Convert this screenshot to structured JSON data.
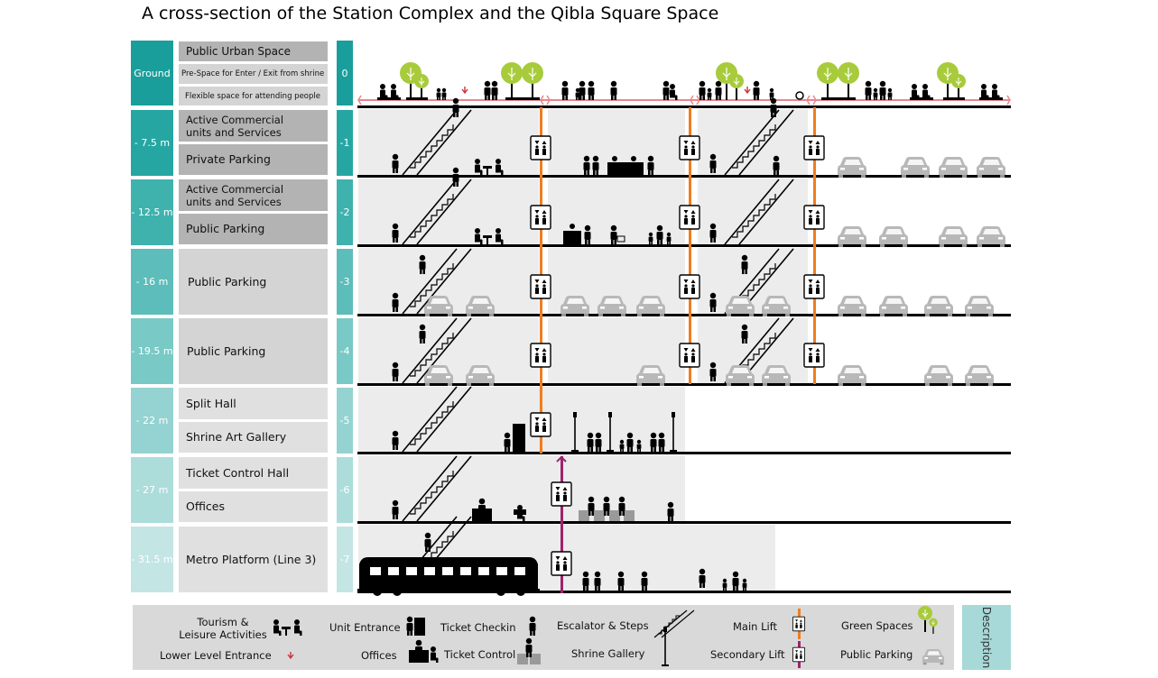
{
  "title": "A cross-section of the Station Complex and the Qibla Square Space",
  "levels": [
    {
      "depth": "Ground",
      "number": "0",
      "color": "#1a9e9b",
      "functions": [
        "Public Urban Space",
        "Pre-Space for Enter / Exit from shrine",
        "Flexible space for attending people"
      ]
    },
    {
      "depth": "- 7.5 m",
      "number": "-1",
      "color": "#26a6a2",
      "functions": [
        "Active Commercial units and Services",
        "Private Parking"
      ]
    },
    {
      "depth": "- 12.5 m",
      "number": "-2",
      "color": "#3fb2ae",
      "functions": [
        "Active Commercial units and Services",
        "Public Parking"
      ]
    },
    {
      "depth": "- 16 m",
      "number": "-3",
      "color": "#5cbdba",
      "functions": [
        "Public Parking"
      ]
    },
    {
      "depth": "- 19.5 m",
      "number": "-4",
      "color": "#79c9c6",
      "functions": [
        "Public Parking"
      ]
    },
    {
      "depth": "- 22 m",
      "number": "-5",
      "color": "#94d3d1",
      "functions": [
        "Split Hall",
        "Shrine Art Gallery"
      ]
    },
    {
      "depth": "- 27 m",
      "number": "-6",
      "color": "#acdddb",
      "functions": [
        "Ticket Control Hall",
        "Offices"
      ]
    },
    {
      "depth": "- 31.5 m",
      "number": "-7",
      "color": "#c3e6e5",
      "functions": [
        "Metro Platform (Line 3)"
      ]
    }
  ],
  "legend": {
    "tourism": "Tourism & Leisure Activities",
    "unit_entrance": "Unit Entrance",
    "ticket_checkin": "Ticket Checkin",
    "escalator": "Escalator & Steps",
    "main_lift": "Main Lift",
    "green_spaces": "Green Spaces",
    "lower_entrance": "Lower Level Entrance",
    "offices": "Offices",
    "ticket_control": "Ticket Control",
    "shrine_gallery": "Shrine Gallery",
    "secondary_lift": "Secondary Lift",
    "public_parking": "Public Parking",
    "description": "Description"
  },
  "colors": {
    "main_lift": "#f07d1f",
    "secondary_lift": "#a0236e",
    "ground_line": "#e8868c",
    "tree": "#a8cb3c",
    "car": "#b8b8b8"
  }
}
